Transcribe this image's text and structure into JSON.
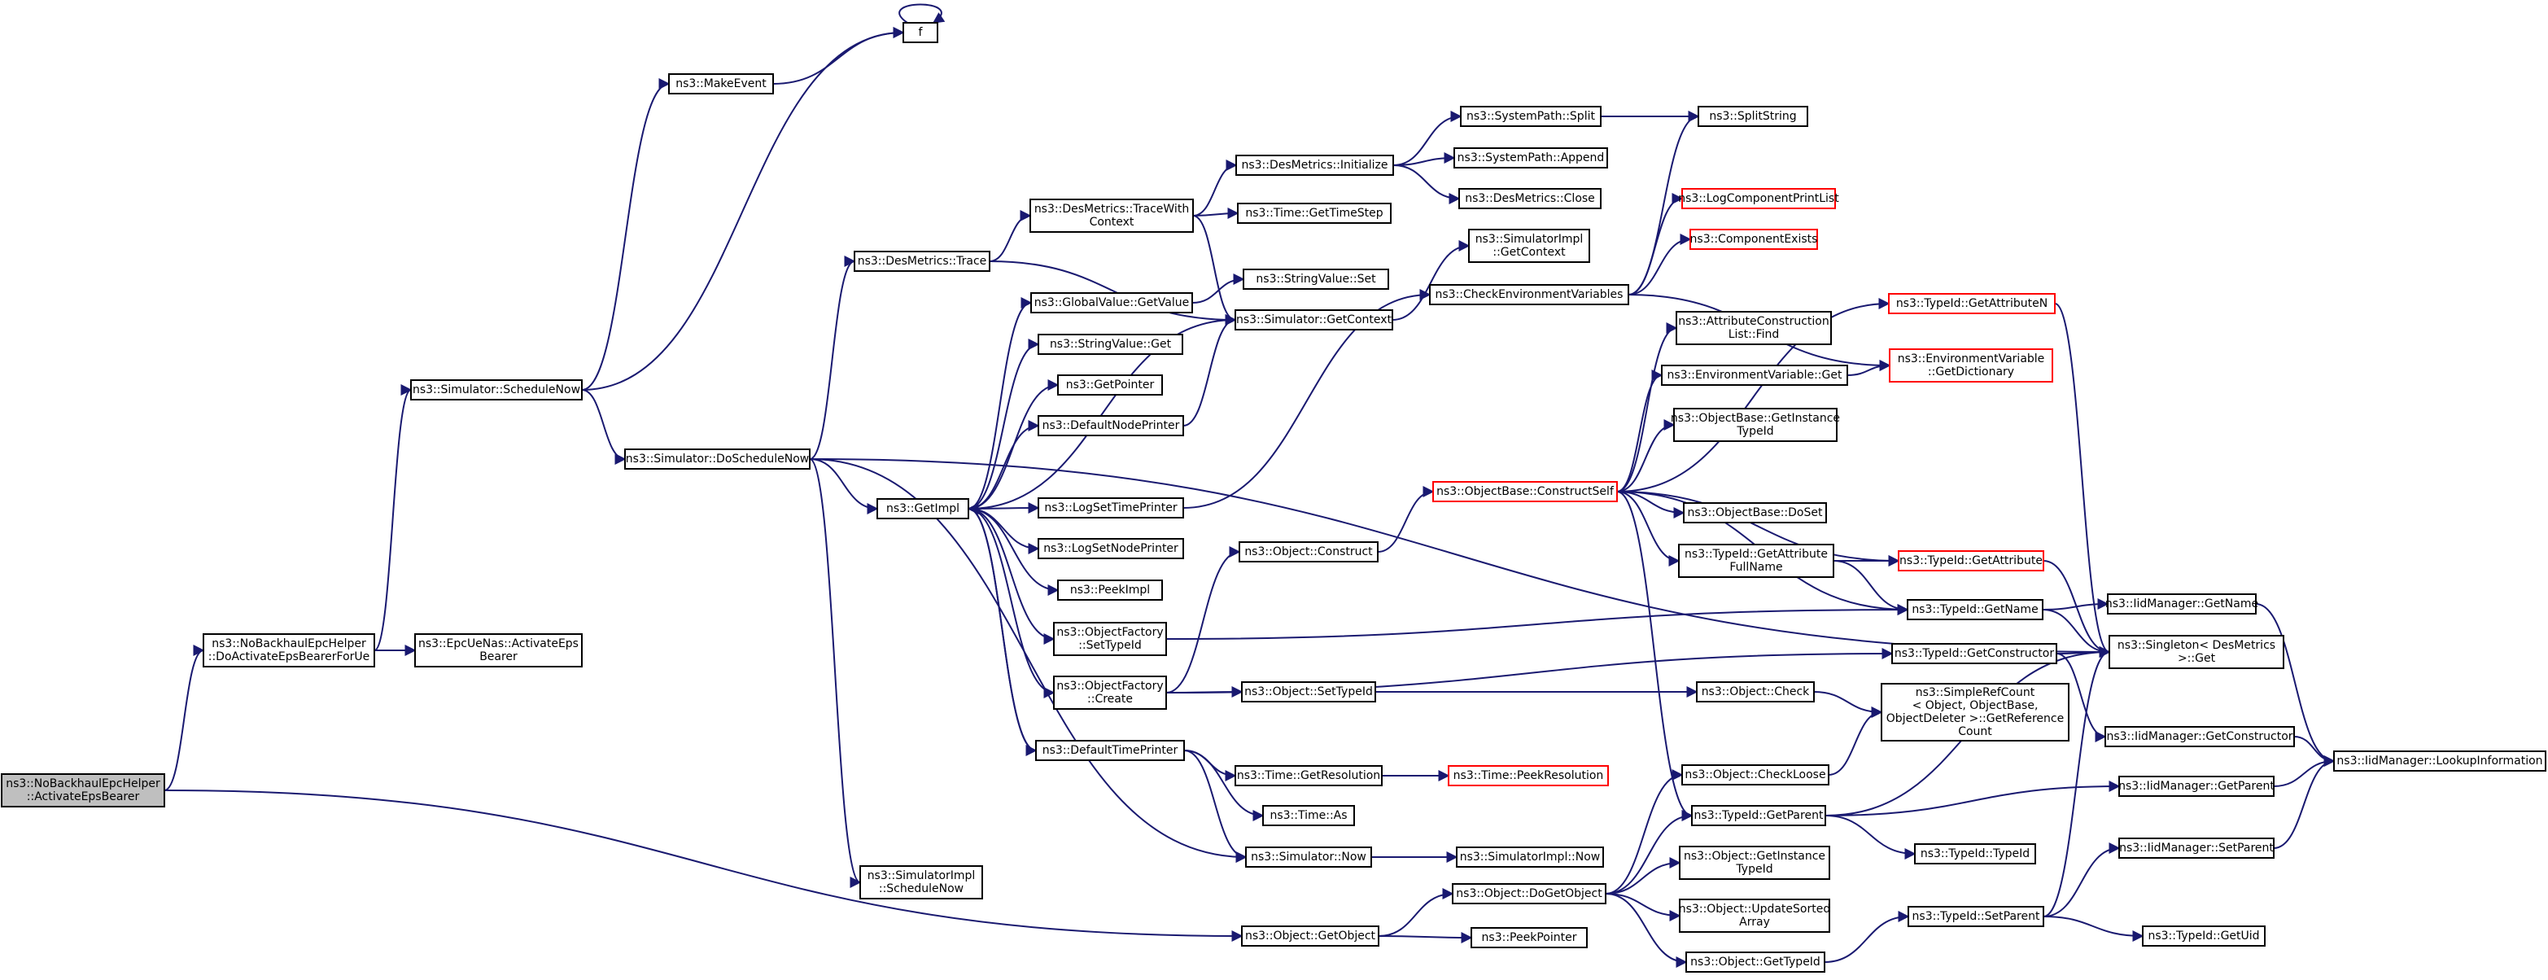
{
  "nodes": [
    {
      "id": "root",
      "lines": [
        "ns3::NoBackhaulEpcHelper",
        "::ActivateEpsBearer"
      ],
      "style": "root"
    },
    {
      "id": "doActivate",
      "lines": [
        "ns3::NoBackhaulEpcHelper",
        "::DoActivateEpsBearerForUe"
      ]
    },
    {
      "id": "epcUeNas",
      "lines": [
        "ns3::EpcUeNas::ActivateEps",
        "Bearer"
      ]
    },
    {
      "id": "scheduleNow",
      "lines": [
        "ns3::Simulator::ScheduleNow"
      ]
    },
    {
      "id": "makeEvent",
      "lines": [
        "ns3::MakeEvent"
      ]
    },
    {
      "id": "f",
      "lines": [
        "f"
      ]
    },
    {
      "id": "doScheduleNow",
      "lines": [
        "ns3::Simulator::DoScheduleNow"
      ]
    },
    {
      "id": "desTrace",
      "lines": [
        "ns3::DesMetrics::Trace"
      ]
    },
    {
      "id": "getImpl",
      "lines": [
        "ns3::GetImpl"
      ]
    },
    {
      "id": "simImplScheduleNow",
      "lines": [
        "ns3::SimulatorImpl",
        "::ScheduleNow"
      ]
    },
    {
      "id": "traceWithContext",
      "lines": [
        "ns3::DesMetrics::TraceWith",
        "Context"
      ]
    },
    {
      "id": "desInit",
      "lines": [
        "ns3::DesMetrics::Initialize"
      ]
    },
    {
      "id": "timeGetTimeStep",
      "lines": [
        "ns3::Time::GetTimeStep"
      ]
    },
    {
      "id": "stringValueSet",
      "lines": [
        "ns3::StringValue::Set"
      ]
    },
    {
      "id": "simGetContext",
      "lines": [
        "ns3::Simulator::GetContext"
      ]
    },
    {
      "id": "globalValueGet",
      "lines": [
        "ns3::GlobalValue::GetValue"
      ]
    },
    {
      "id": "stringValueGet",
      "lines": [
        "ns3::StringValue::Get"
      ]
    },
    {
      "id": "getPointer",
      "lines": [
        "ns3::GetPointer"
      ]
    },
    {
      "id": "defaultNodePrinter",
      "lines": [
        "ns3::DefaultNodePrinter"
      ]
    },
    {
      "id": "logSetTimePrinter",
      "lines": [
        "ns3::LogSetTimePrinter"
      ]
    },
    {
      "id": "logSetNodePrinter",
      "lines": [
        "ns3::LogSetNodePrinter"
      ]
    },
    {
      "id": "peekImpl",
      "lines": [
        "ns3::PeekImpl"
      ]
    },
    {
      "id": "objFactorySetTypeId",
      "lines": [
        "ns3::ObjectFactory",
        "::SetTypeId"
      ]
    },
    {
      "id": "objFactoryCreate",
      "lines": [
        "ns3::ObjectFactory",
        "::Create"
      ]
    },
    {
      "id": "defaultTimePrinter",
      "lines": [
        "ns3::DefaultTimePrinter"
      ]
    },
    {
      "id": "spSplit",
      "lines": [
        "ns3::SystemPath::Split"
      ]
    },
    {
      "id": "spAppend",
      "lines": [
        "ns3::SystemPath::Append"
      ]
    },
    {
      "id": "desClose",
      "lines": [
        "ns3::DesMetrics::Close"
      ]
    },
    {
      "id": "splitString",
      "lines": [
        "ns3::SplitString"
      ]
    },
    {
      "id": "simImplGetContext",
      "lines": [
        "ns3::SimulatorImpl",
        "::GetContext"
      ]
    },
    {
      "id": "checkEnvVars",
      "lines": [
        "ns3::CheckEnvironmentVariables"
      ]
    },
    {
      "id": "logComponentPrintList",
      "lines": [
        "ns3::LogComponentPrintList"
      ],
      "style": "red"
    },
    {
      "id": "componentExists",
      "lines": [
        "ns3::ComponentExists"
      ],
      "style": "red"
    },
    {
      "id": "typeIdGetAttributeN",
      "lines": [
        "ns3::TypeId::GetAttributeN"
      ],
      "style": "red"
    },
    {
      "id": "attrConstructionListFind",
      "lines": [
        "ns3::AttributeConstruction",
        "List::Find"
      ]
    },
    {
      "id": "envVarGetDictionary",
      "lines": [
        "ns3::EnvironmentVariable",
        "::GetDictionary"
      ],
      "style": "red"
    },
    {
      "id": "envVarGet",
      "lines": [
        "ns3::EnvironmentVariable::Get"
      ]
    },
    {
      "id": "objectBaseGetInstanceTypeId",
      "lines": [
        "ns3::ObjectBase::GetInstance",
        "TypeId"
      ]
    },
    {
      "id": "constructSelf",
      "lines": [
        "ns3::ObjectBase::ConstructSelf"
      ],
      "style": "red"
    },
    {
      "id": "objectBaseDoSet",
      "lines": [
        "ns3::ObjectBase::DoSet"
      ]
    },
    {
      "id": "objectConstruct",
      "lines": [
        "ns3::Object::Construct"
      ]
    },
    {
      "id": "typeIdGetAttributeFullName",
      "lines": [
        "ns3::TypeId::GetAttribute",
        "FullName"
      ]
    },
    {
      "id": "typeIdGetAttribute",
      "lines": [
        "ns3::TypeId::GetAttribute"
      ],
      "style": "red"
    },
    {
      "id": "typeIdGetName",
      "lines": [
        "ns3::TypeId::GetName"
      ]
    },
    {
      "id": "iidManagerGetName",
      "lines": [
        "ns3::IidManager::GetName"
      ]
    },
    {
      "id": "singletonGet",
      "lines": [
        "ns3::Singleton< DesMetrics",
        ">::Get"
      ]
    },
    {
      "id": "typeIdGetConstructor",
      "lines": [
        "ns3::TypeId::GetConstructor"
      ]
    },
    {
      "id": "objectSetTypeId",
      "lines": [
        "ns3::Object::SetTypeId"
      ]
    },
    {
      "id": "objectCheck",
      "lines": [
        "ns3::Object::Check"
      ]
    },
    {
      "id": "simpleRefCount",
      "lines": [
        "ns3::SimpleRefCount",
        "< Object, ObjectBase,",
        "ObjectDeleter >::GetReference",
        "Count"
      ]
    },
    {
      "id": "iidManagerGetConstructor",
      "lines": [
        "ns3::IidManager::GetConstructor"
      ]
    },
    {
      "id": "iidManagerLookup",
      "lines": [
        "ns3::IidManager::LookupInformation"
      ]
    },
    {
      "id": "timeGetResolution",
      "lines": [
        "ns3::Time::GetResolution"
      ]
    },
    {
      "id": "timePeekResolution",
      "lines": [
        "ns3::Time::PeekResolution"
      ],
      "style": "red"
    },
    {
      "id": "timeAs",
      "lines": [
        "ns3::Time::As"
      ]
    },
    {
      "id": "objectCheckLoose",
      "lines": [
        "ns3::Object::CheckLoose"
      ]
    },
    {
      "id": "typeIdGetParent",
      "lines": [
        "ns3::TypeId::GetParent"
      ]
    },
    {
      "id": "iidManagerGetParent",
      "lines": [
        "ns3::IidManager::GetParent"
      ]
    },
    {
      "id": "simulatorNow",
      "lines": [
        "ns3::Simulator::Now"
      ]
    },
    {
      "id": "simImplNow",
      "lines": [
        "ns3::SimulatorImpl::Now"
      ]
    },
    {
      "id": "typeIdTypeId",
      "lines": [
        "ns3::TypeId::TypeId"
      ]
    },
    {
      "id": "objectGetInstanceTypeId",
      "lines": [
        "ns3::Object::GetInstance",
        "TypeId"
      ]
    },
    {
      "id": "objectDoGetObject",
      "lines": [
        "ns3::Object::DoGetObject"
      ]
    },
    {
      "id": "iidManagerSetParent",
      "lines": [
        "ns3::IidManager::SetParent"
      ]
    },
    {
      "id": "objectUpdateSortedArray",
      "lines": [
        "ns3::Object::UpdateSorted",
        "Array"
      ]
    },
    {
      "id": "typeIdSetParent",
      "lines": [
        "ns3::TypeId::SetParent"
      ]
    },
    {
      "id": "typeIdGetUid",
      "lines": [
        "ns3::TypeId::GetUid"
      ]
    },
    {
      "id": "objectGetObject",
      "lines": [
        "ns3::Object::GetObject"
      ]
    },
    {
      "id": "peekPointer",
      "lines": [
        "ns3::PeekPointer"
      ]
    },
    {
      "id": "objectGetTypeId",
      "lines": [
        "ns3::Object::GetTypeId"
      ]
    }
  ],
  "edges": [
    [
      "f",
      "f"
    ],
    [
      "root",
      "doActivate"
    ],
    [
      "root",
      "objectGetObject"
    ],
    [
      "doActivate",
      "scheduleNow"
    ],
    [
      "doActivate",
      "epcUeNas"
    ],
    [
      "scheduleNow",
      "makeEvent"
    ],
    [
      "scheduleNow",
      "f"
    ],
    [
      "scheduleNow",
      "doScheduleNow"
    ],
    [
      "makeEvent",
      "f"
    ],
    [
      "doScheduleNow",
      "desTrace"
    ],
    [
      "doScheduleNow",
      "getImpl"
    ],
    [
      "doScheduleNow",
      "simImplScheduleNow"
    ],
    [
      "doScheduleNow",
      "simulatorNow"
    ],
    [
      "doScheduleNow",
      "singletonGet"
    ],
    [
      "desTrace",
      "traceWithContext"
    ],
    [
      "desTrace",
      "simGetContext"
    ],
    [
      "traceWithContext",
      "desInit"
    ],
    [
      "traceWithContext",
      "timeGetTimeStep"
    ],
    [
      "traceWithContext",
      "simGetContext"
    ],
    [
      "desInit",
      "spSplit"
    ],
    [
      "desInit",
      "spAppend"
    ],
    [
      "desInit",
      "desClose"
    ],
    [
      "spSplit",
      "splitString"
    ],
    [
      "simGetContext",
      "simImplGetContext"
    ],
    [
      "simGetContext",
      "getImpl"
    ],
    [
      "getImpl",
      "globalValueGet"
    ],
    [
      "getImpl",
      "stringValueGet"
    ],
    [
      "getImpl",
      "getPointer"
    ],
    [
      "getImpl",
      "defaultNodePrinter"
    ],
    [
      "getImpl",
      "logSetTimePrinter"
    ],
    [
      "getImpl",
      "logSetNodePrinter"
    ],
    [
      "getImpl",
      "peekImpl"
    ],
    [
      "getImpl",
      "objFactorySetTypeId"
    ],
    [
      "getImpl",
      "objFactoryCreate"
    ],
    [
      "getImpl",
      "defaultTimePrinter"
    ],
    [
      "globalValueGet",
      "stringValueSet"
    ],
    [
      "defaultNodePrinter",
      "simGetContext"
    ],
    [
      "logSetTimePrinter",
      "checkEnvVars"
    ],
    [
      "objFactorySetTypeId",
      "typeIdGetName"
    ],
    [
      "objFactoryCreate",
      "objectConstruct"
    ],
    [
      "objFactoryCreate",
      "objectSetTypeId"
    ],
    [
      "objFactoryCreate",
      "typeIdGetConstructor"
    ],
    [
      "defaultTimePrinter",
      "timeGetResolution"
    ],
    [
      "defaultTimePrinter",
      "timeAs"
    ],
    [
      "defaultTimePrinter",
      "simulatorNow"
    ],
    [
      "defaultTimePrinter",
      "getImpl"
    ],
    [
      "checkEnvVars",
      "splitString"
    ],
    [
      "checkEnvVars",
      "logComponentPrintList"
    ],
    [
      "checkEnvVars",
      "componentExists"
    ],
    [
      "checkEnvVars",
      "envVarGetDictionary"
    ],
    [
      "objectConstruct",
      "constructSelf"
    ],
    [
      "constructSelf",
      "typeIdGetAttributeN"
    ],
    [
      "constructSelf",
      "attrConstructionListFind"
    ],
    [
      "constructSelf",
      "envVarGet"
    ],
    [
      "constructSelf",
      "objectBaseGetInstanceTypeId"
    ],
    [
      "constructSelf",
      "objectBaseDoSet"
    ],
    [
      "constructSelf",
      "typeIdGetAttributeFullName"
    ],
    [
      "constructSelf",
      "typeIdGetAttribute"
    ],
    [
      "constructSelf",
      "typeIdGetName"
    ],
    [
      "constructSelf",
      "typeIdGetParent"
    ],
    [
      "envVarGet",
      "envVarGetDictionary"
    ],
    [
      "typeIdGetAttributeFullName",
      "typeIdGetAttribute"
    ],
    [
      "typeIdGetAttributeFullName",
      "typeIdGetName"
    ],
    [
      "typeIdGetAttributeN",
      "singletonGet"
    ],
    [
      "typeIdGetAttribute",
      "singletonGet"
    ],
    [
      "typeIdGetName",
      "iidManagerGetName"
    ],
    [
      "typeIdGetName",
      "singletonGet"
    ],
    [
      "iidManagerGetName",
      "iidManagerLookup"
    ],
    [
      "typeIdGetConstructor",
      "singletonGet"
    ],
    [
      "typeIdGetConstructor",
      "iidManagerGetConstructor"
    ],
    [
      "iidManagerGetConstructor",
      "iidManagerLookup"
    ],
    [
      "objectSetTypeId",
      "objectCheck"
    ],
    [
      "objectCheck",
      "simpleRefCount"
    ],
    [
      "timeGetResolution",
      "timePeekResolution"
    ],
    [
      "simulatorNow",
      "simImplNow"
    ],
    [
      "objectCheckLoose",
      "simpleRefCount"
    ],
    [
      "typeIdGetParent",
      "singletonGet"
    ],
    [
      "typeIdGetParent",
      "iidManagerGetParent"
    ],
    [
      "typeIdGetParent",
      "typeIdTypeId"
    ],
    [
      "iidManagerGetParent",
      "iidManagerLookup"
    ],
    [
      "objectGetObject",
      "objectDoGetObject"
    ],
    [
      "objectGetObject",
      "peekPointer"
    ],
    [
      "objectDoGetObject",
      "objectCheckLoose"
    ],
    [
      "objectDoGetObject",
      "typeIdGetParent"
    ],
    [
      "objectDoGetObject",
      "objectGetInstanceTypeId"
    ],
    [
      "objectDoGetObject",
      "objectUpdateSortedArray"
    ],
    [
      "objectDoGetObject",
      "objectGetTypeId"
    ],
    [
      "objectGetTypeId",
      "typeIdSetParent"
    ],
    [
      "typeIdSetParent",
      "singletonGet"
    ],
    [
      "typeIdSetParent",
      "iidManagerSetParent"
    ],
    [
      "typeIdSetParent",
      "typeIdGetUid"
    ],
    [
      "iidManagerSetParent",
      "iidManagerLookup"
    ]
  ]
}
